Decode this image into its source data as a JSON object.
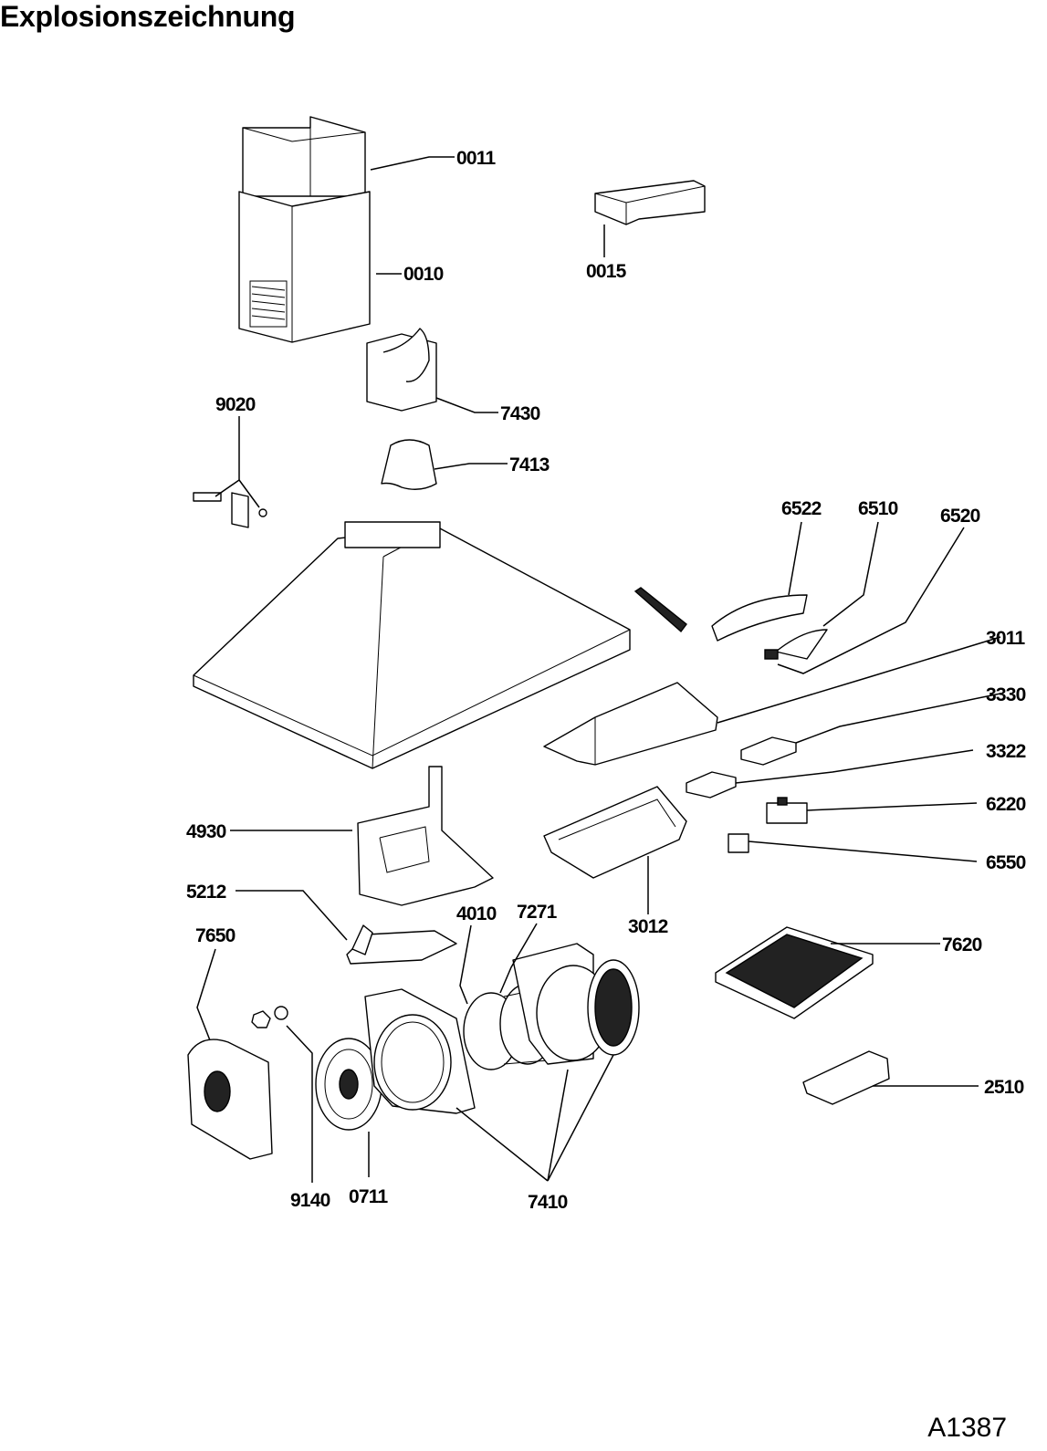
{
  "title": "Explosionszeichnung",
  "document_id": "A1387",
  "labels": {
    "l0011": "0011",
    "l0010": "0010",
    "l0015": "0015",
    "l7430": "7430",
    "l7413": "7413",
    "l9020": "9020",
    "l6522": "6522",
    "l6510": "6510",
    "l6520": "6520",
    "l3011": "3011",
    "l3330": "3330",
    "l3322": "3322",
    "l6220": "6220",
    "l6550": "6550",
    "l3012": "3012",
    "l4930": "4930",
    "l5212": "5212",
    "l4010": "4010",
    "l7271": "7271",
    "l7650": "7650",
    "l7620": "7620",
    "l2510": "2510",
    "l9140": "9140",
    "l0711": "0711",
    "l7410": "7410"
  }
}
